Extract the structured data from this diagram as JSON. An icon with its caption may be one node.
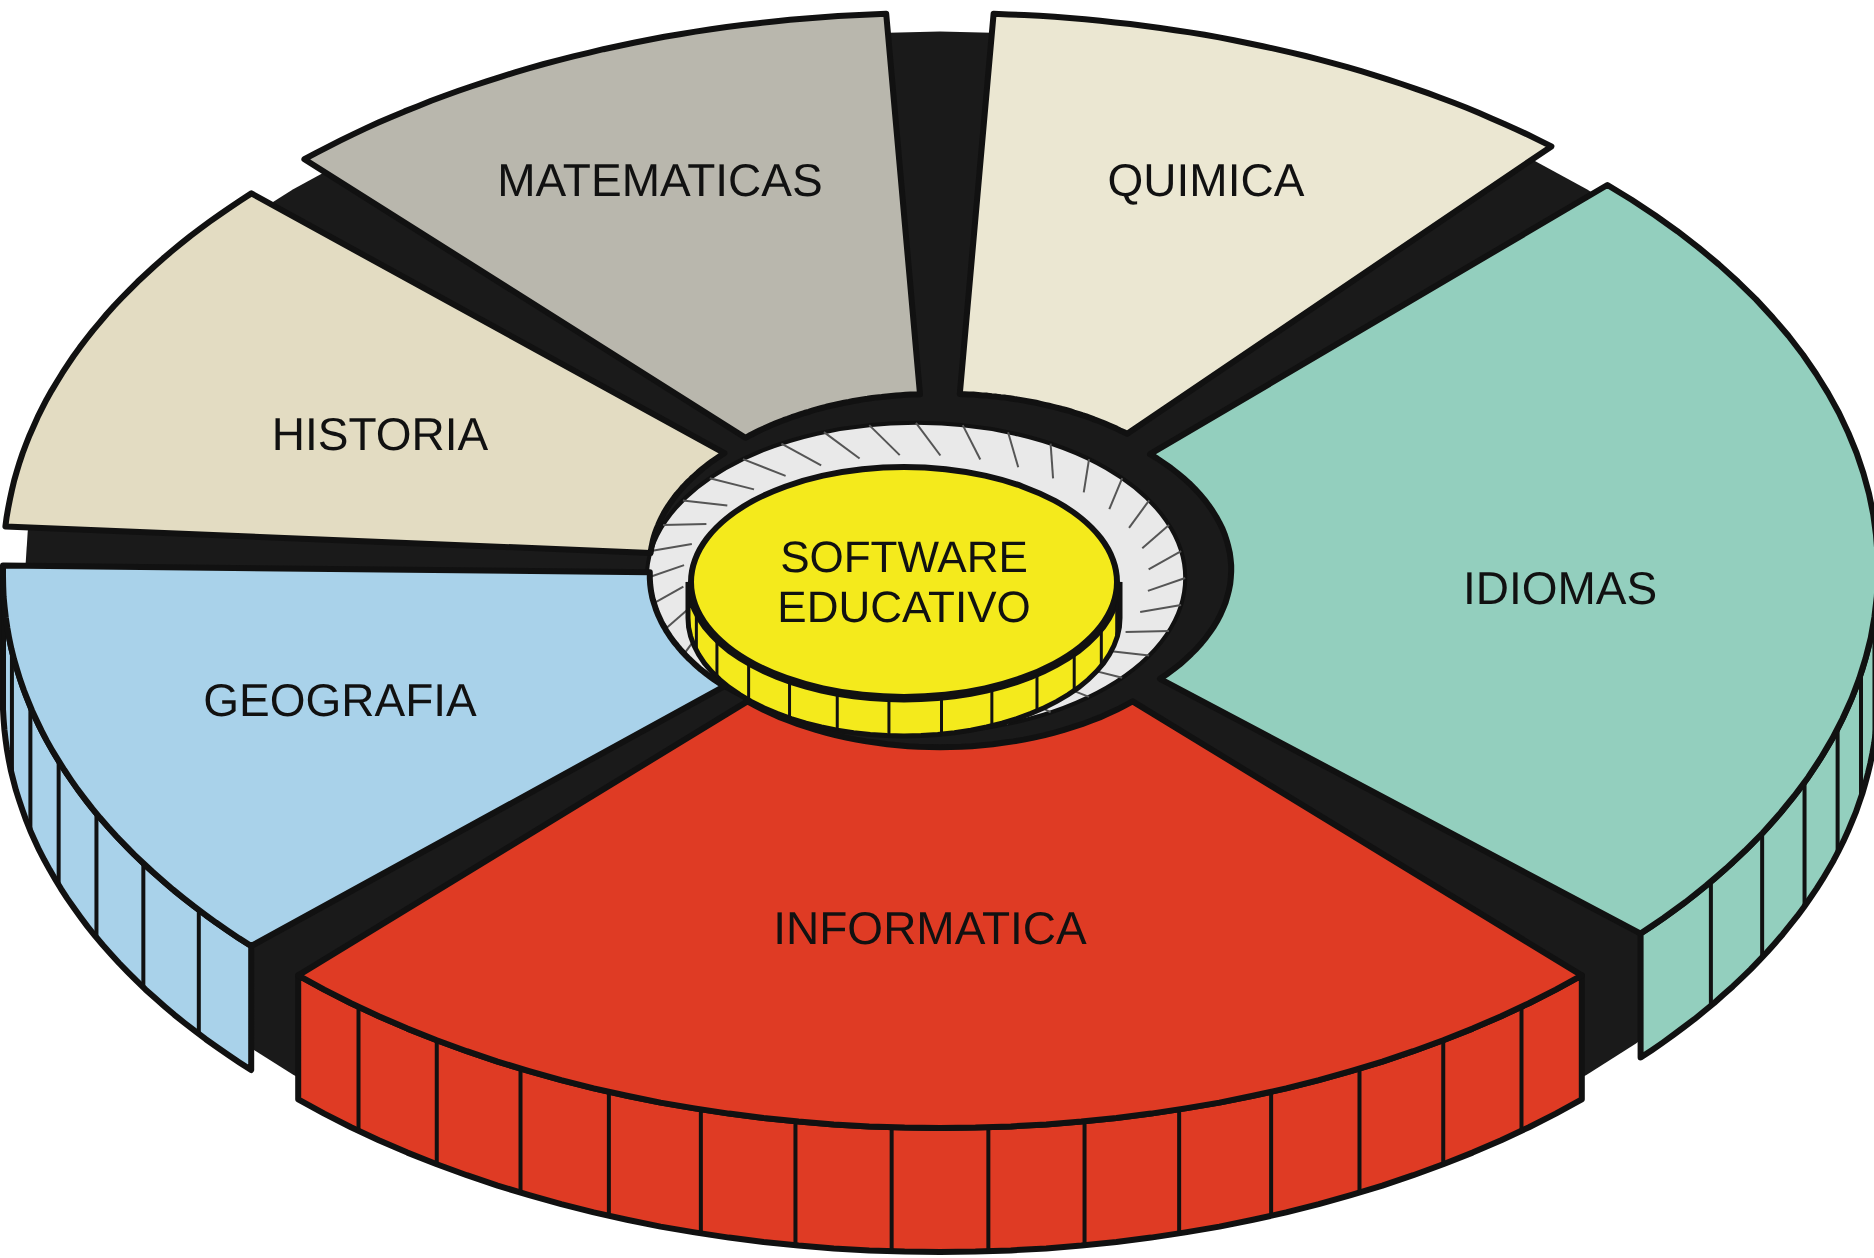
{
  "diagram": {
    "nodes": [
      {
        "text": [
          "MATEMATICAS"
        ]
      },
      {
        "text": [
          "QUIMICA"
        ]
      },
      {
        "text": [
          "HISTORIA"
        ]
      },
      {
        "text": [
          "SOFTWARE EDUCATIVO"
        ]
      },
      {
        "text": [
          "IDIOMAS"
        ]
      },
      {
        "text": [
          "GEOGRAFIA"
        ]
      },
      {
        "text": [
          "INFORMATICA"
        ]
      }
    ]
  }
}
